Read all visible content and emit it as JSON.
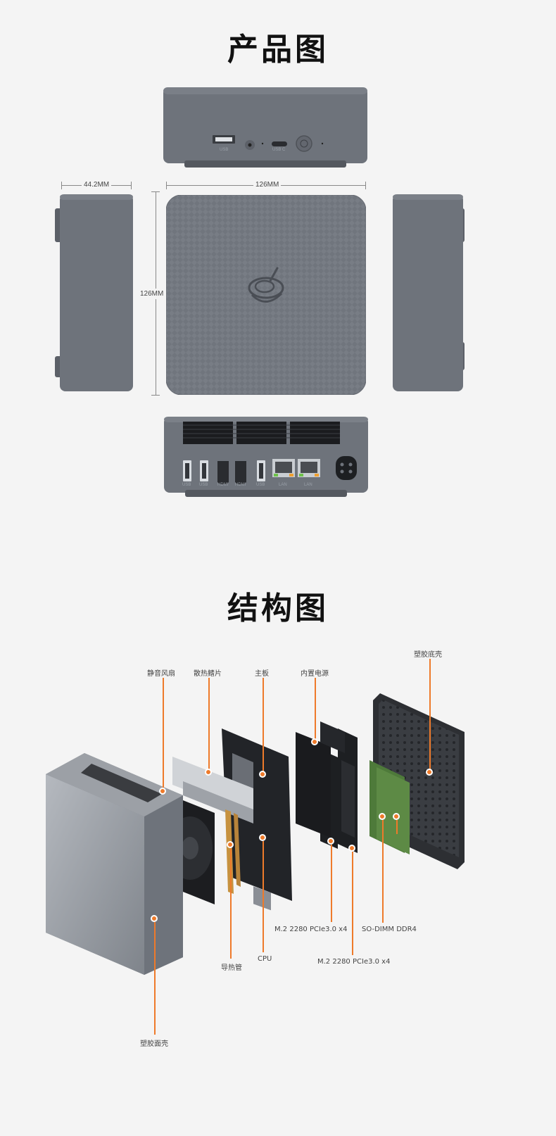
{
  "sections": {
    "product_title": "产品图",
    "structure_title": "结构图"
  },
  "top_view": {
    "ports": [
      "USB",
      "USB C"
    ]
  },
  "dimensions": {
    "depth": "44.2MM",
    "width": "126MM",
    "height": "126MM"
  },
  "rear_view": {
    "ports": [
      "USB",
      "USB",
      "HDMI",
      "HDMI",
      "USB",
      "LAN",
      "LAN"
    ]
  },
  "callouts": {
    "fan": "静音风扇",
    "heatsink": "散热鳍片",
    "board": "主板",
    "psu": "内置电源",
    "bottom_shell": "塑胶底壳",
    "ssd1": "M.2 2280 PCIe3.0 x4",
    "ram": "SO-DIMM DDR4",
    "heatpipe": "导热管",
    "cpu": "CPU",
    "ssd2": "M.2 2280 PCIe3.0 x4",
    "front_shell": "塑胶面壳"
  },
  "colors": {
    "device_gray": "#6e737b",
    "accent_orange": "#ee7a2a"
  }
}
